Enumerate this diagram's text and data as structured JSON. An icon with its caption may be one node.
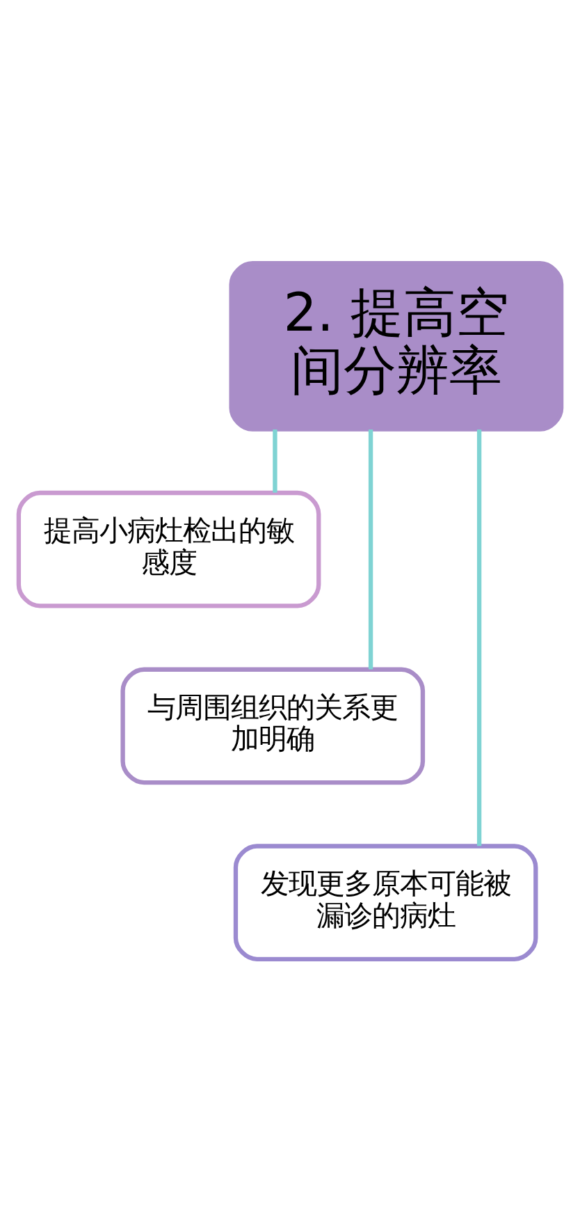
{
  "diagram": {
    "nodes": [
      {
        "text": [
          "2. 提高空间分辨率"
        ]
      },
      {
        "text": [
          "提高小病灶检出的敏感度"
        ]
      },
      {
        "text": [
          "与周围组织的关系更加明确"
        ]
      },
      {
        "text": [
          "发现更多原本可能被漏诊的病灶"
        ]
      }
    ],
    "edges": [
      {
        "from": 0,
        "to": 1,
        "arrow": "none"
      },
      {
        "from": 0,
        "to": 2,
        "arrow": "none"
      },
      {
        "from": 0,
        "to": 3,
        "arrow": "none"
      }
    ]
  }
}
